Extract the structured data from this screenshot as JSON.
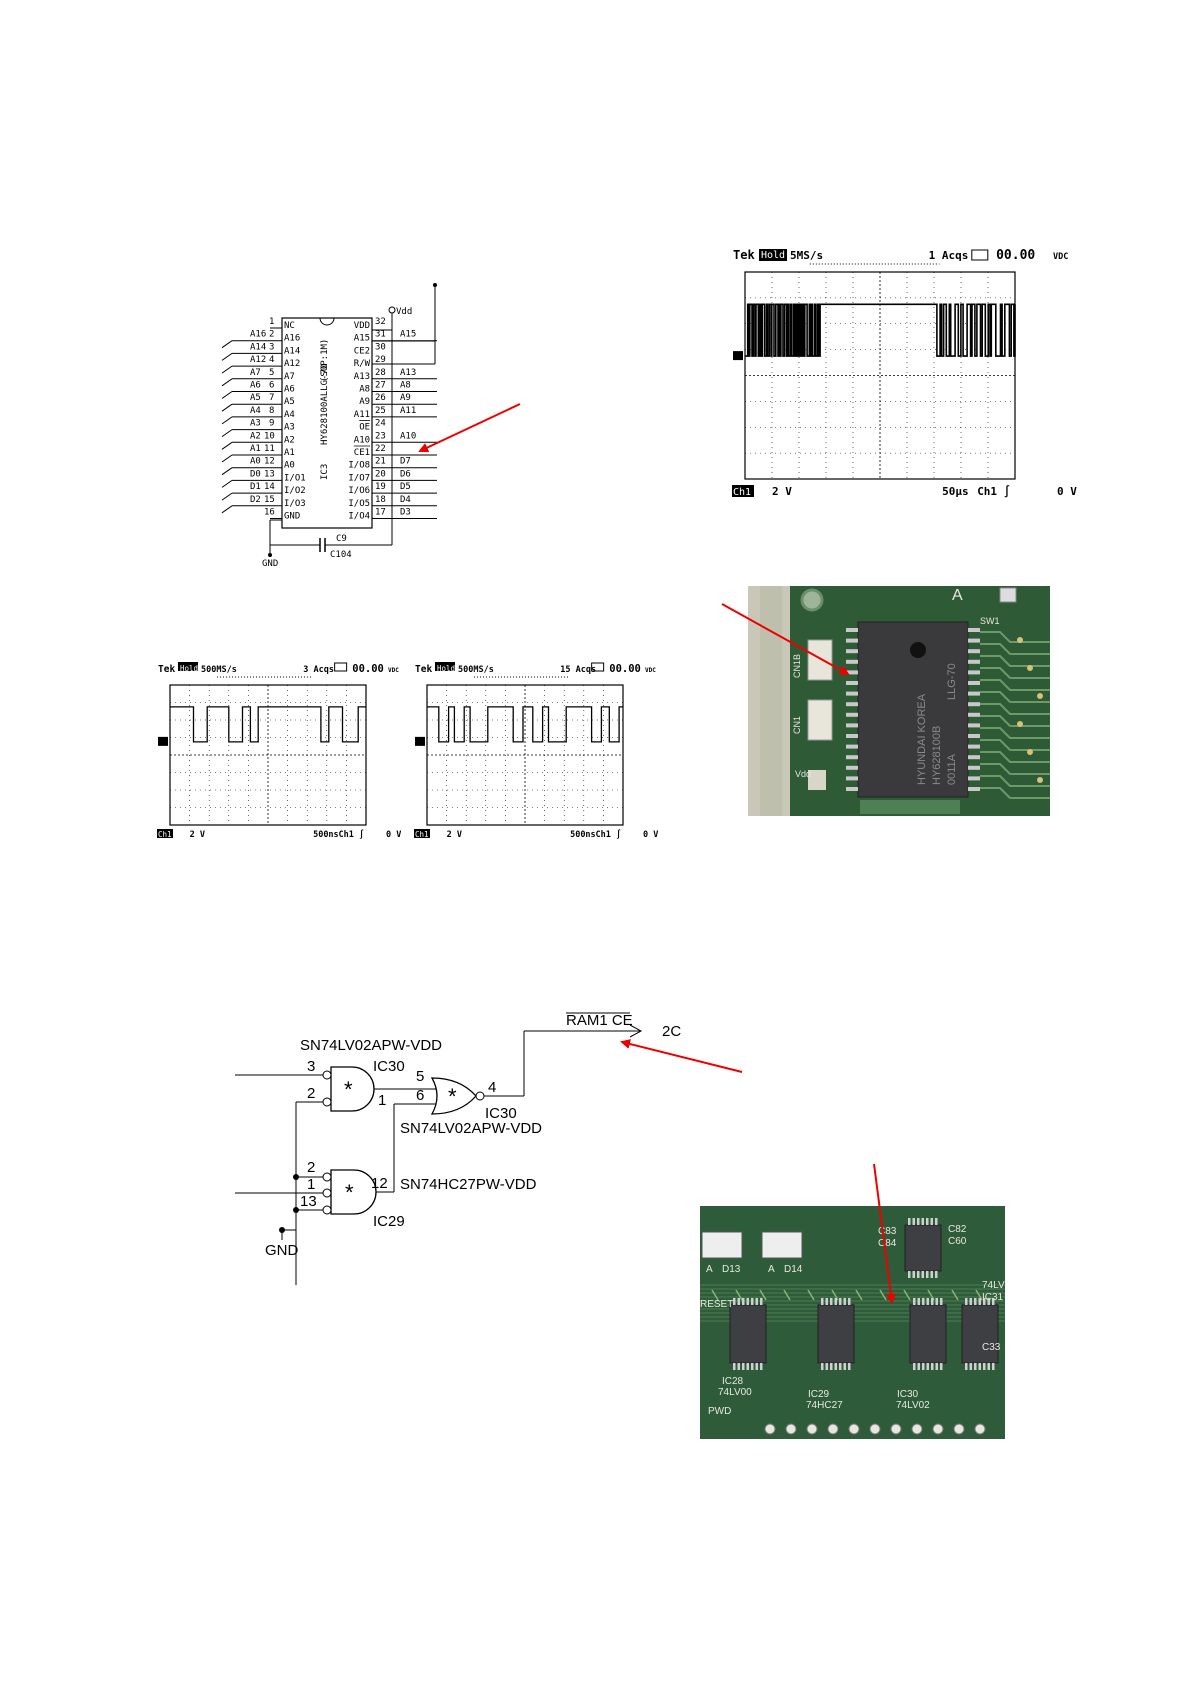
{
  "ram_schematic": {
    "chip_part": "HY628100ALLG-70",
    "package": "(SOP:1M)",
    "ref": "IC3",
    "vdd_label": "Vdd",
    "gnd_label": "GND",
    "cap_ref": "C9",
    "cap_value": "C104",
    "left_pins": [
      {
        "num": "1",
        "pin": "NC",
        "net": ""
      },
      {
        "num": "2",
        "pin": "A16",
        "net": "A16"
      },
      {
        "num": "3",
        "pin": "A14",
        "net": "A14"
      },
      {
        "num": "4",
        "pin": "A12",
        "net": "A12"
      },
      {
        "num": "5",
        "pin": "A7",
        "net": "A7"
      },
      {
        "num": "6",
        "pin": "A6",
        "net": "A6"
      },
      {
        "num": "7",
        "pin": "A5",
        "net": "A5"
      },
      {
        "num": "8",
        "pin": "A4",
        "net": "A4"
      },
      {
        "num": "9",
        "pin": "A3",
        "net": "A3"
      },
      {
        "num": "10",
        "pin": "A2",
        "net": "A2"
      },
      {
        "num": "11",
        "pin": "A1",
        "net": "A1"
      },
      {
        "num": "12",
        "pin": "A0",
        "net": "A0"
      },
      {
        "num": "13",
        "pin": "I/O1",
        "net": "D0"
      },
      {
        "num": "14",
        "pin": "I/O2",
        "net": "D1"
      },
      {
        "num": "15",
        "pin": "I/O3",
        "net": "D2"
      },
      {
        "num": "16",
        "pin": "GND",
        "net": ""
      }
    ],
    "right_pins": [
      {
        "num": "32",
        "pin": "VDD",
        "net": ""
      },
      {
        "num": "31",
        "pin": "A15",
        "net": "A15"
      },
      {
        "num": "30",
        "pin": "CE2",
        "net": ""
      },
      {
        "num": "29",
        "pin": "R/W",
        "net": ""
      },
      {
        "num": "28",
        "pin": "A13",
        "net": "A13"
      },
      {
        "num": "27",
        "pin": "A8",
        "net": "A8"
      },
      {
        "num": "26",
        "pin": "A9",
        "net": "A9"
      },
      {
        "num": "25",
        "pin": "A11",
        "net": "A11"
      },
      {
        "num": "24",
        "pin": "OE",
        "net": ""
      },
      {
        "num": "23",
        "pin": "A10",
        "net": "A10"
      },
      {
        "num": "22",
        "pin": "CE1",
        "net": ""
      },
      {
        "num": "21",
        "pin": "I/O8",
        "net": "D7"
      },
      {
        "num": "20",
        "pin": "I/O7",
        "net": "D6"
      },
      {
        "num": "19",
        "pin": "I/O6",
        "net": "D5"
      },
      {
        "num": "18",
        "pin": "I/O5",
        "net": "D4"
      },
      {
        "num": "17",
        "pin": "I/O4",
        "net": "D3"
      }
    ]
  },
  "scope_main": {
    "brand": "Tek",
    "mode": "Hold",
    "rate": "5MS/s",
    "acqs": "1 Acqs",
    "reading": "00.00",
    "reading_unit": "VDC",
    "channel": "Ch1",
    "volts_div": "2 V",
    "time_div": "50µs",
    "trigger": "Ch1 ∫",
    "level": "0 V"
  },
  "scope_small_1": {
    "brand": "Tek",
    "mode": "Hold",
    "rate": "500MS/s",
    "acqs": "3 Acqs",
    "reading": "00.00",
    "reading_unit": "VDC",
    "channel": "Ch1",
    "volts_div": "2 V",
    "time_div": "500ns",
    "trigger": "Ch1 ∫",
    "level": "0 V"
  },
  "scope_small_2": {
    "brand": "Tek",
    "mode": "Hold",
    "rate": "500MS/s",
    "acqs": "15 Acqs",
    "reading": "00.00",
    "reading_unit": "VDC",
    "channel": "Ch1",
    "volts_div": "2 V",
    "time_div": "500ns",
    "trigger": "Ch1 ∫",
    "level": "0 V"
  },
  "photo_ram": {
    "chip_text": [
      "HYUNDAI KOREA",
      "HY628100B",
      "0011A",
      "LLG-70"
    ],
    "labels": [
      "CN1B",
      "CN1",
      "Vdd",
      "SW1",
      "A"
    ]
  },
  "logic_schematic": {
    "out_net": "RAM1 CE",
    "out_ref": "2C",
    "gate1_part": "SN74LV02APW-VDD",
    "gate1_ref": "IC30",
    "gate2_ref": "IC30",
    "gate2_part": "SN74LV02APW-VDD",
    "gate3_part": "SN74HC27PW-VDD",
    "gate3_ref": "IC29",
    "gnd_label": "GND",
    "pins": {
      "g1_a": "3",
      "g1_b": "2",
      "g1_out": "1",
      "g2_a": "5",
      "g2_b": "6",
      "g2_out": "4",
      "g3_a": "2",
      "g3_b": "1",
      "g3_c": "13",
      "g3_out": "12"
    },
    "gate_symbol": "*"
  },
  "photo_logic": {
    "labels": [
      "IC28",
      "74LV00",
      "IC29",
      "74HC27",
      "IC30",
      "74LV02",
      "RESET",
      "PWD",
      "A",
      "D13",
      "A",
      "D14",
      "C83",
      "C84",
      "C82",
      "C60",
      "C33",
      "IC31",
      "74LV"
    ]
  }
}
